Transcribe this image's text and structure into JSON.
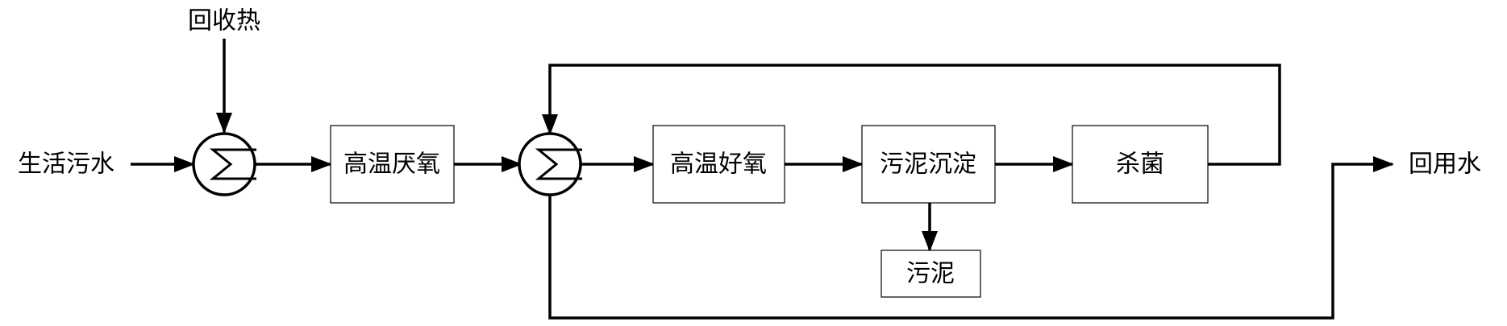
{
  "labels": {
    "input": "生活污水",
    "heat_recovery": "回收热",
    "output": "回用水"
  },
  "units": {
    "anaerobic": "高温厌氧",
    "aerobic": "高温好氧",
    "settling": "污泥沉淀",
    "disinfection": "杀菌",
    "sludge": "污泥"
  },
  "colors": {
    "line": "#000000",
    "box_fill": "#ffffff",
    "background": "#ffffff"
  }
}
